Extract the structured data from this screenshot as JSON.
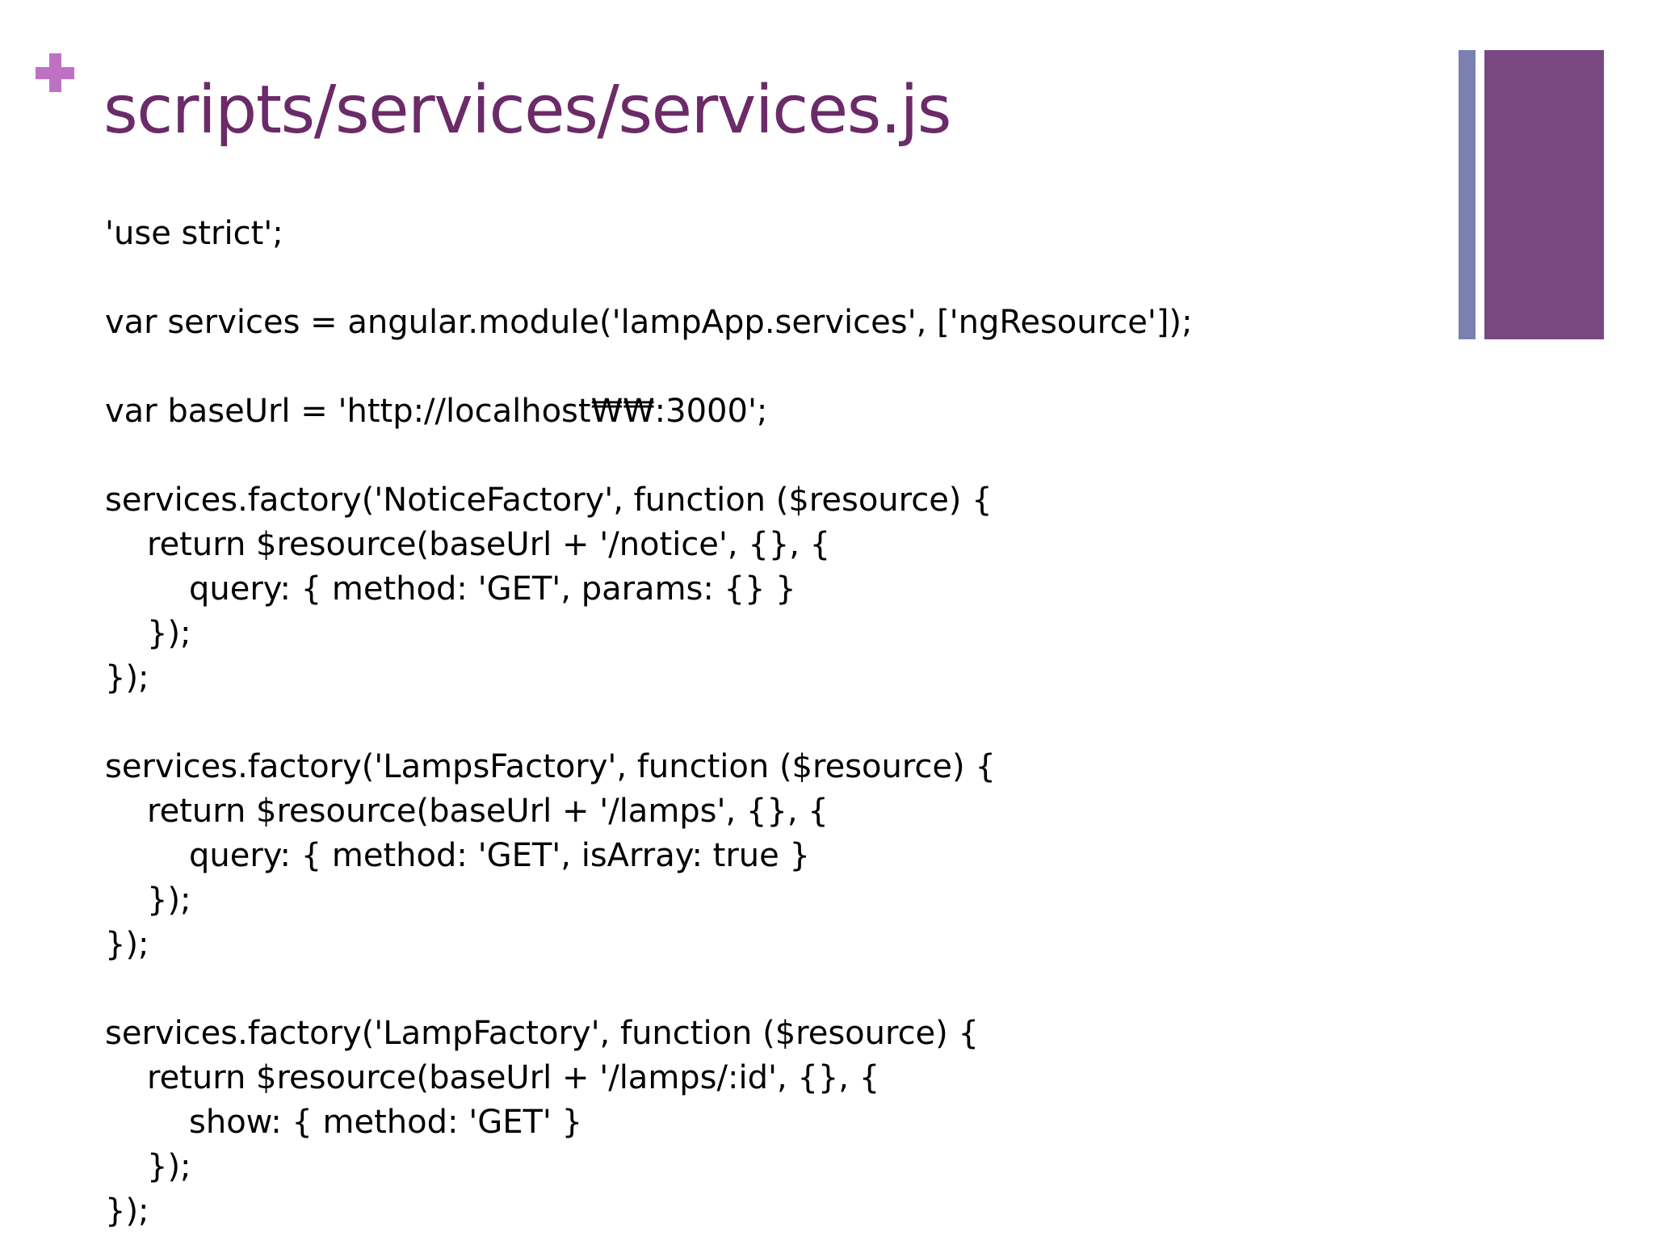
{
  "slide": {
    "title": "scripts/services/services.js",
    "title_color": "#6B2A68",
    "background_color": "#FFFFFF",
    "plus_icon_color": "#BF72C4",
    "body_text_color": "#000000"
  },
  "decoration": {
    "thin_bar_color": "#7B80B0",
    "block_color": "#7A4880"
  },
  "code": {
    "lines": [
      {
        "text": "'use strict';",
        "indent": 0
      },
      {
        "text": "",
        "indent": 0
      },
      {
        "text": "var services = angular.module('lampApp.services', ['ngResource']);",
        "indent": 0
      },
      {
        "text": "",
        "indent": 0
      },
      {
        "text": "var baseUrl = 'http://localhost₩₩:3000';",
        "indent": 0
      },
      {
        "text": "",
        "indent": 0
      },
      {
        "text": "services.factory('NoticeFactory', function ($resource) {",
        "indent": 0
      },
      {
        "text": "return $resource(baseUrl + '/notice', {}, {",
        "indent": 1
      },
      {
        "text": "query: { method: 'GET', params: {} }",
        "indent": 2
      },
      {
        "text": "});",
        "indent": 1
      },
      {
        "text": "});",
        "indent": 0
      },
      {
        "text": "",
        "indent": 0
      },
      {
        "text": "services.factory('LampsFactory', function ($resource) {",
        "indent": 0
      },
      {
        "text": "return $resource(baseUrl + '/lamps', {}, {",
        "indent": 1
      },
      {
        "text": "query: { method: 'GET', isArray: true }",
        "indent": 2
      },
      {
        "text": "});",
        "indent": 1
      },
      {
        "text": "});",
        "indent": 0
      },
      {
        "text": "",
        "indent": 0
      },
      {
        "text": "services.factory('LampFactory', function ($resource) {",
        "indent": 0
      },
      {
        "text": "return $resource(baseUrl + '/lamps/:id', {}, {",
        "indent": 1
      },
      {
        "text": "show: { method: 'GET' }",
        "indent": 2
      },
      {
        "text": "});",
        "indent": 1
      },
      {
        "text": "});",
        "indent": 0
      }
    ]
  }
}
